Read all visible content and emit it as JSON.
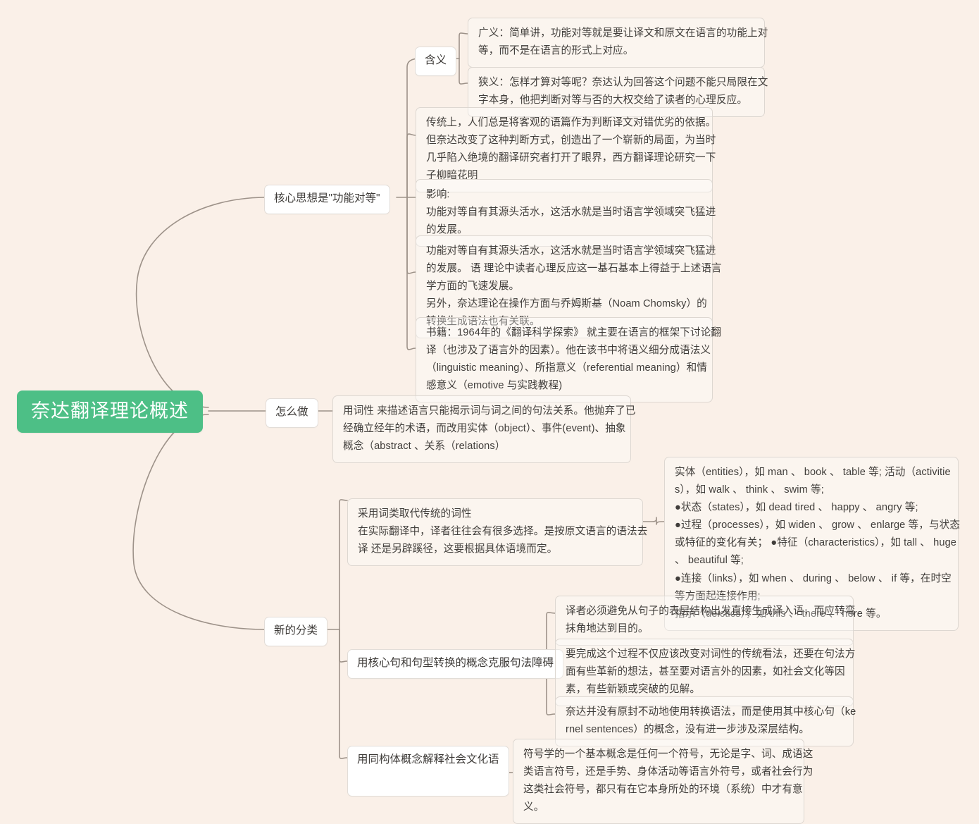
{
  "meta": {
    "diagram_type": "mindmap",
    "background_color": "#faf0e8",
    "root_color": "#4dbf86",
    "link_color": "#9d9289",
    "node_border_color": "#ddd7d1"
  },
  "root": {
    "label": "奈达翻译理论概述"
  },
  "branches": [
    {
      "id": "core-idea",
      "label": "核心思想是\"功能对等\"",
      "children": [
        {
          "id": "meaning",
          "label": "含义",
          "leaves": [
            {
              "id": "broad-sense",
              "lines": [
                "广义：简单讲，功能对等就是要让译文和原文在语言的功能上对",
                "等，而不是在语言的形式上对应。"
              ]
            },
            {
              "id": "narrow-sense",
              "lines": [
                "狭义：怎样才算对等呢？奈达认为回答这个问题不能只局限在文",
                "字本身，他把判断对等与否的大权交给了读者的心理反应。"
              ]
            }
          ]
        }
      ],
      "leaves": [
        {
          "id": "tradition",
          "lines": [
            "传统上，人们总是将客观的语篇作为判断译文对错优劣的依据。",
            "但奈达改变了这种判断方式，创造出了一个崭新的局面，为当时",
            "几乎陷入绝境的翻译研究者打开了眼界，西方翻译理论研究一下",
            "子柳暗花明"
          ]
        },
        {
          "id": "influence",
          "lines": [
            "影响:",
            "功能对等自有其源头活水，这活水就是当时语言学领域突飞猛进",
            "的发展。"
          ]
        },
        {
          "id": "linguistics-source",
          "lines": [
            "功能对等自有其源头活水，这活水就是当时语言学领域突飞猛进",
            "的发展。 语 理论中读者心理反应这一基石基本上得益于上述语言",
            "学方面的飞速发展。",
            "另外，奈达理论在操作方面与乔姆斯基（Noam Chomsky）的",
            "转换生成语法也有关联。"
          ]
        },
        {
          "id": "book",
          "lines": [
            "书籍：1964年的《翻译科学探索》 就主要在语言的框架下讨论翻",
            "译（也涉及了语言外的因素）。他在该书中将语义细分成语法义",
            "（linguistic meaning）、所指意义（referential meaning）和情",
            "感意义（emotive 与实践教程)"
          ]
        }
      ]
    },
    {
      "id": "how-to",
      "label": "怎么做",
      "children": [],
      "leaves": [
        {
          "id": "word-class",
          "lines": [
            "用词性 来描述语言只能揭示词与词之间的句法关系。他抛弃了已",
            "经确立经年的术语，而改用实体（object）、事件(event)、抽象",
            "概念（abstract 、关系（relations）"
          ]
        }
      ]
    },
    {
      "id": "new-classification",
      "label": "新的分类",
      "children": [
        {
          "id": "replace-parts-of-speech",
          "label": "采用词类取代传统的词性\n在实际翻译中，译者往往会有很多选择。是按原文语言的语法去\n译 还是另辟蹊径，这要根据具体语境而定。",
          "label_lines": [
            "采用词类取代传统的词性",
            "在实际翻译中，译者往往会有很多选择。是按原文语言的语法去",
            "译 还是另辟蹊径，这要根据具体语境而定。"
          ],
          "leaves": [
            {
              "id": "entity-categories",
              "lines": [
                "实体（entities），如 man 、 book 、 table 等; 活动（activitie",
                "s），如 walk 、 think 、 swim 等;",
                "●状态（states），如 dead tired 、 happy 、 angry 等;",
                "●过程（processes），如 widen 、 grow 、 enlarge 等，与状态",
                "或特征的变化有关； ●特征（characteristics），如 tall 、 huge",
                "、 beautiful 等;",
                "●连接（links），如 when 、 during 、 below 、 if 等，在时空",
                "等方面起连接作用;",
                "指示（deictics），如 this 、 there 、 here 等。"
              ]
            }
          ]
        },
        {
          "id": "kernel-sentences",
          "label": "用核心句和句型转换的概念克服句法障碍",
          "label_lines": [
            "用核心句和句型转换的概念克服句法障碍"
          ],
          "leaves": [
            {
              "id": "avoid-surface",
              "lines": [
                "译者必须避免从句子的表层结构出发直接生成译入语，而应转弯",
                "抹角地达到目的。"
              ]
            },
            {
              "id": "innovative-views",
              "lines": [
                "要完成这个过程不仅应该改变对词性的传统看法，还要在句法方",
                "面有些革新的想法，甚至要对语言外的因素，如社会文化等因",
                "素，有些新颖或突破的见解。"
              ]
            },
            {
              "id": "kernel-concept",
              "lines": [
                "奈达并没有原封不动地使用转换语法，而是使用其中核心句（ke",
                "rnel sentences）的概念，没有进一步涉及深层结构。"
              ]
            }
          ]
        },
        {
          "id": "isomorph",
          "label": "用同构体概念解释社会文化语",
          "label_lines": [
            "用同构体概念解释社会文化语"
          ],
          "leaves": [
            {
              "id": "semiotics",
              "lines": [
                "符号学的一个基本概念是任何一个符号，无论是字、词、成语这",
                "类语言符号，还是手势、身体活动等语言外符号，或者社会行为",
                "这类社会符号，都只有在它本身所处的环境（系统）中才有意",
                "义。"
              ]
            }
          ]
        }
      ],
      "leaves": []
    }
  ]
}
